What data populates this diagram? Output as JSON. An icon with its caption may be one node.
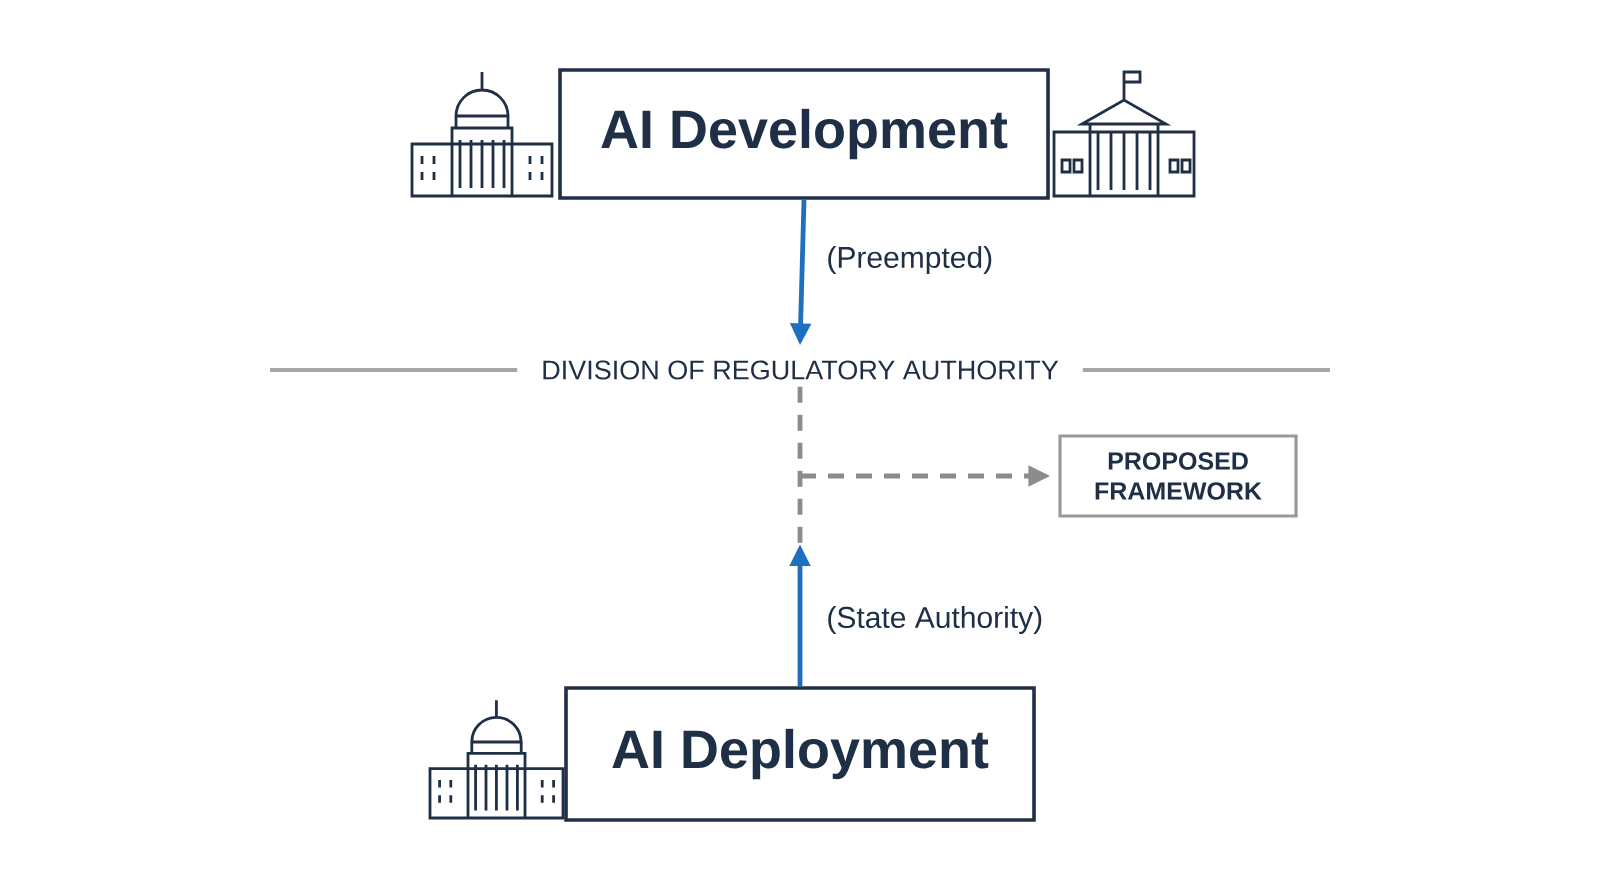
{
  "diagram": {
    "nodes": [
      {
        "text": [
          "AI Development"
        ]
      },
      {
        "text": [
          "DIVISION OF REGULATORY AUTHORITY"
        ]
      },
      {
        "text": [
          "PROPOSED FRAMEWORK"
        ]
      },
      {
        "text": [
          "AI Deployment"
        ]
      }
    ],
    "edges": [
      {
        "from": 0,
        "to": 1,
        "arrow": "to",
        "label": "(Preempted)",
        "color": "#1f6fbf"
      },
      {
        "from": 1,
        "to": 2,
        "arrow": "to",
        "style": "dashed",
        "color": "#8c8c8c"
      },
      {
        "from": 3,
        "to": null,
        "arrow": "to",
        "label": "(State Authority)",
        "color": "#1f6fbf"
      }
    ]
  }
}
